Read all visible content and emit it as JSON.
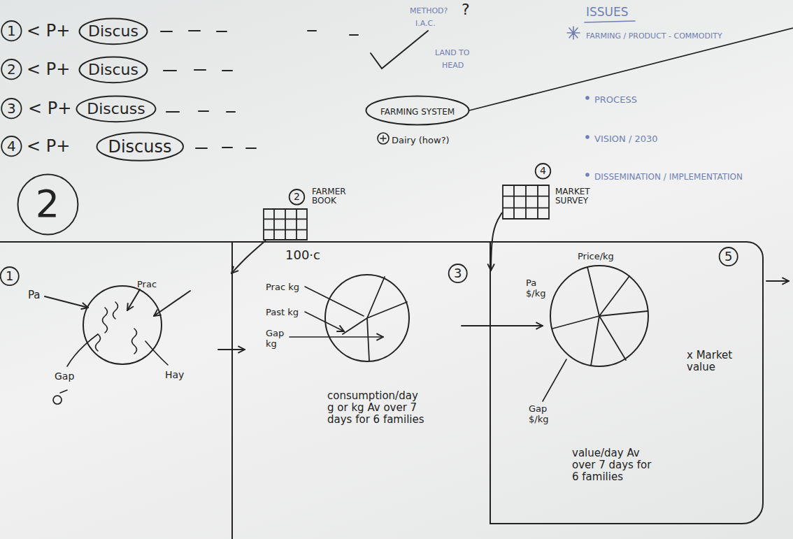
{
  "diagram": {
    "nodes": [
      {
        "text": [
          "Discus"
        ]
      },
      {
        "text": [
          "Discus"
        ]
      },
      {
        "text": [
          "Discuss"
        ]
      },
      {
        "text": [
          "Discuss"
        ]
      },
      {
        "text": [
          "FARMING SYSTEM"
        ]
      },
      {
        "text": [
          "2"
        ]
      },
      {
        "text": [
          "2",
          "FARMER BOOK"
        ]
      },
      {
        "text": [
          "4",
          "MARKET SURVEY"
        ]
      },
      {
        "text": [
          "1"
        ]
      },
      {
        "text": [
          "3"
        ]
      },
      {
        "text": [
          "5"
        ]
      }
    ],
    "edges": [
      {
        "from": 6,
        "to": 9,
        "arrow": "to"
      },
      {
        "from": 7,
        "to": 10,
        "arrow": "to"
      }
    ],
    "labels": [
      "1",
      "< P+",
      "2",
      "< P+",
      "3",
      "< P+",
      "4",
      "< P+",
      "METHOD?",
      "I.A.C.",
      "?",
      "LAND TO",
      "HEAD",
      "Dairy (how?)",
      "ISSUES",
      "FARMING / PRODUCT - COMMODITY",
      "PROCESS",
      "VISION / 2030",
      "DISSEMINATION / IMPLEMENTATION",
      "100·c",
      "Pa",
      "Prac",
      "Gap",
      "Hay",
      "Prac kg",
      "Past kg",
      "Gap kg",
      "consumption/day g or kg Av over 7 days for 6 families",
      "Price/kg",
      "Pa $/kg",
      "Gap $/kg",
      "x Market value",
      "value/day Av over 7 days for 6 families"
    ]
  }
}
